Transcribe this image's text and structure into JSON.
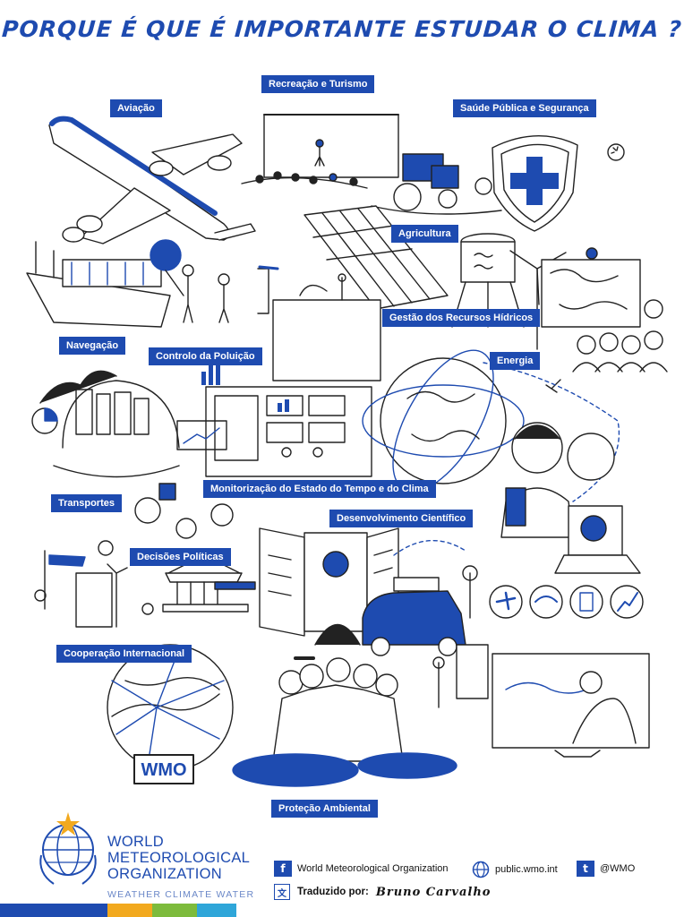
{
  "title": "PORQUE É QUE É IMPORTANTE ESTUDAR O CLIMA ?",
  "labels": {
    "recreacao": "Recreação e Turismo",
    "aviacao": "Aviação",
    "saude": "Saúde Pública e Segurança",
    "agricultura": "Agricultura",
    "gestao_agua": "Gestão dos Recursos Hídricos",
    "navegacao": "Navegação",
    "poluicao": "Controlo da Poluição",
    "energia": "Energia",
    "transportes": "Transportes",
    "monitorizacao": "Monitorização do Estado do Tempo e do Clima",
    "desenvolvimento": "Desenvolvimento Científico",
    "decisoes": "Decisões Políticas",
    "cooperacao": "Cooperação Internacional",
    "protecao": "Proteção Ambiental"
  },
  "sign_text": "WMO",
  "footer": {
    "org_line1": "WORLD",
    "org_line2": "METEOROLOGICAL",
    "org_line3": "ORGANIZATION",
    "tagline": "WEATHER  CLIMATE  WATER",
    "facebook_text": "World Meteorological Organization",
    "website_text": "public.wmo.int",
    "twitter_text": "@WMO",
    "translated_label": "Traduzido por:",
    "translator_name": "Bruno Carvalho"
  },
  "colors": {
    "brand_blue": "#1e4bb0",
    "bar": [
      "#1e4bb0",
      "#f2a91e",
      "#7dbb3c",
      "#2fa6d9"
    ]
  },
  "icons": {
    "facebook": "facebook-icon",
    "globe": "globe-icon",
    "twitter": "twitter-icon",
    "translate": "translate-icon"
  }
}
